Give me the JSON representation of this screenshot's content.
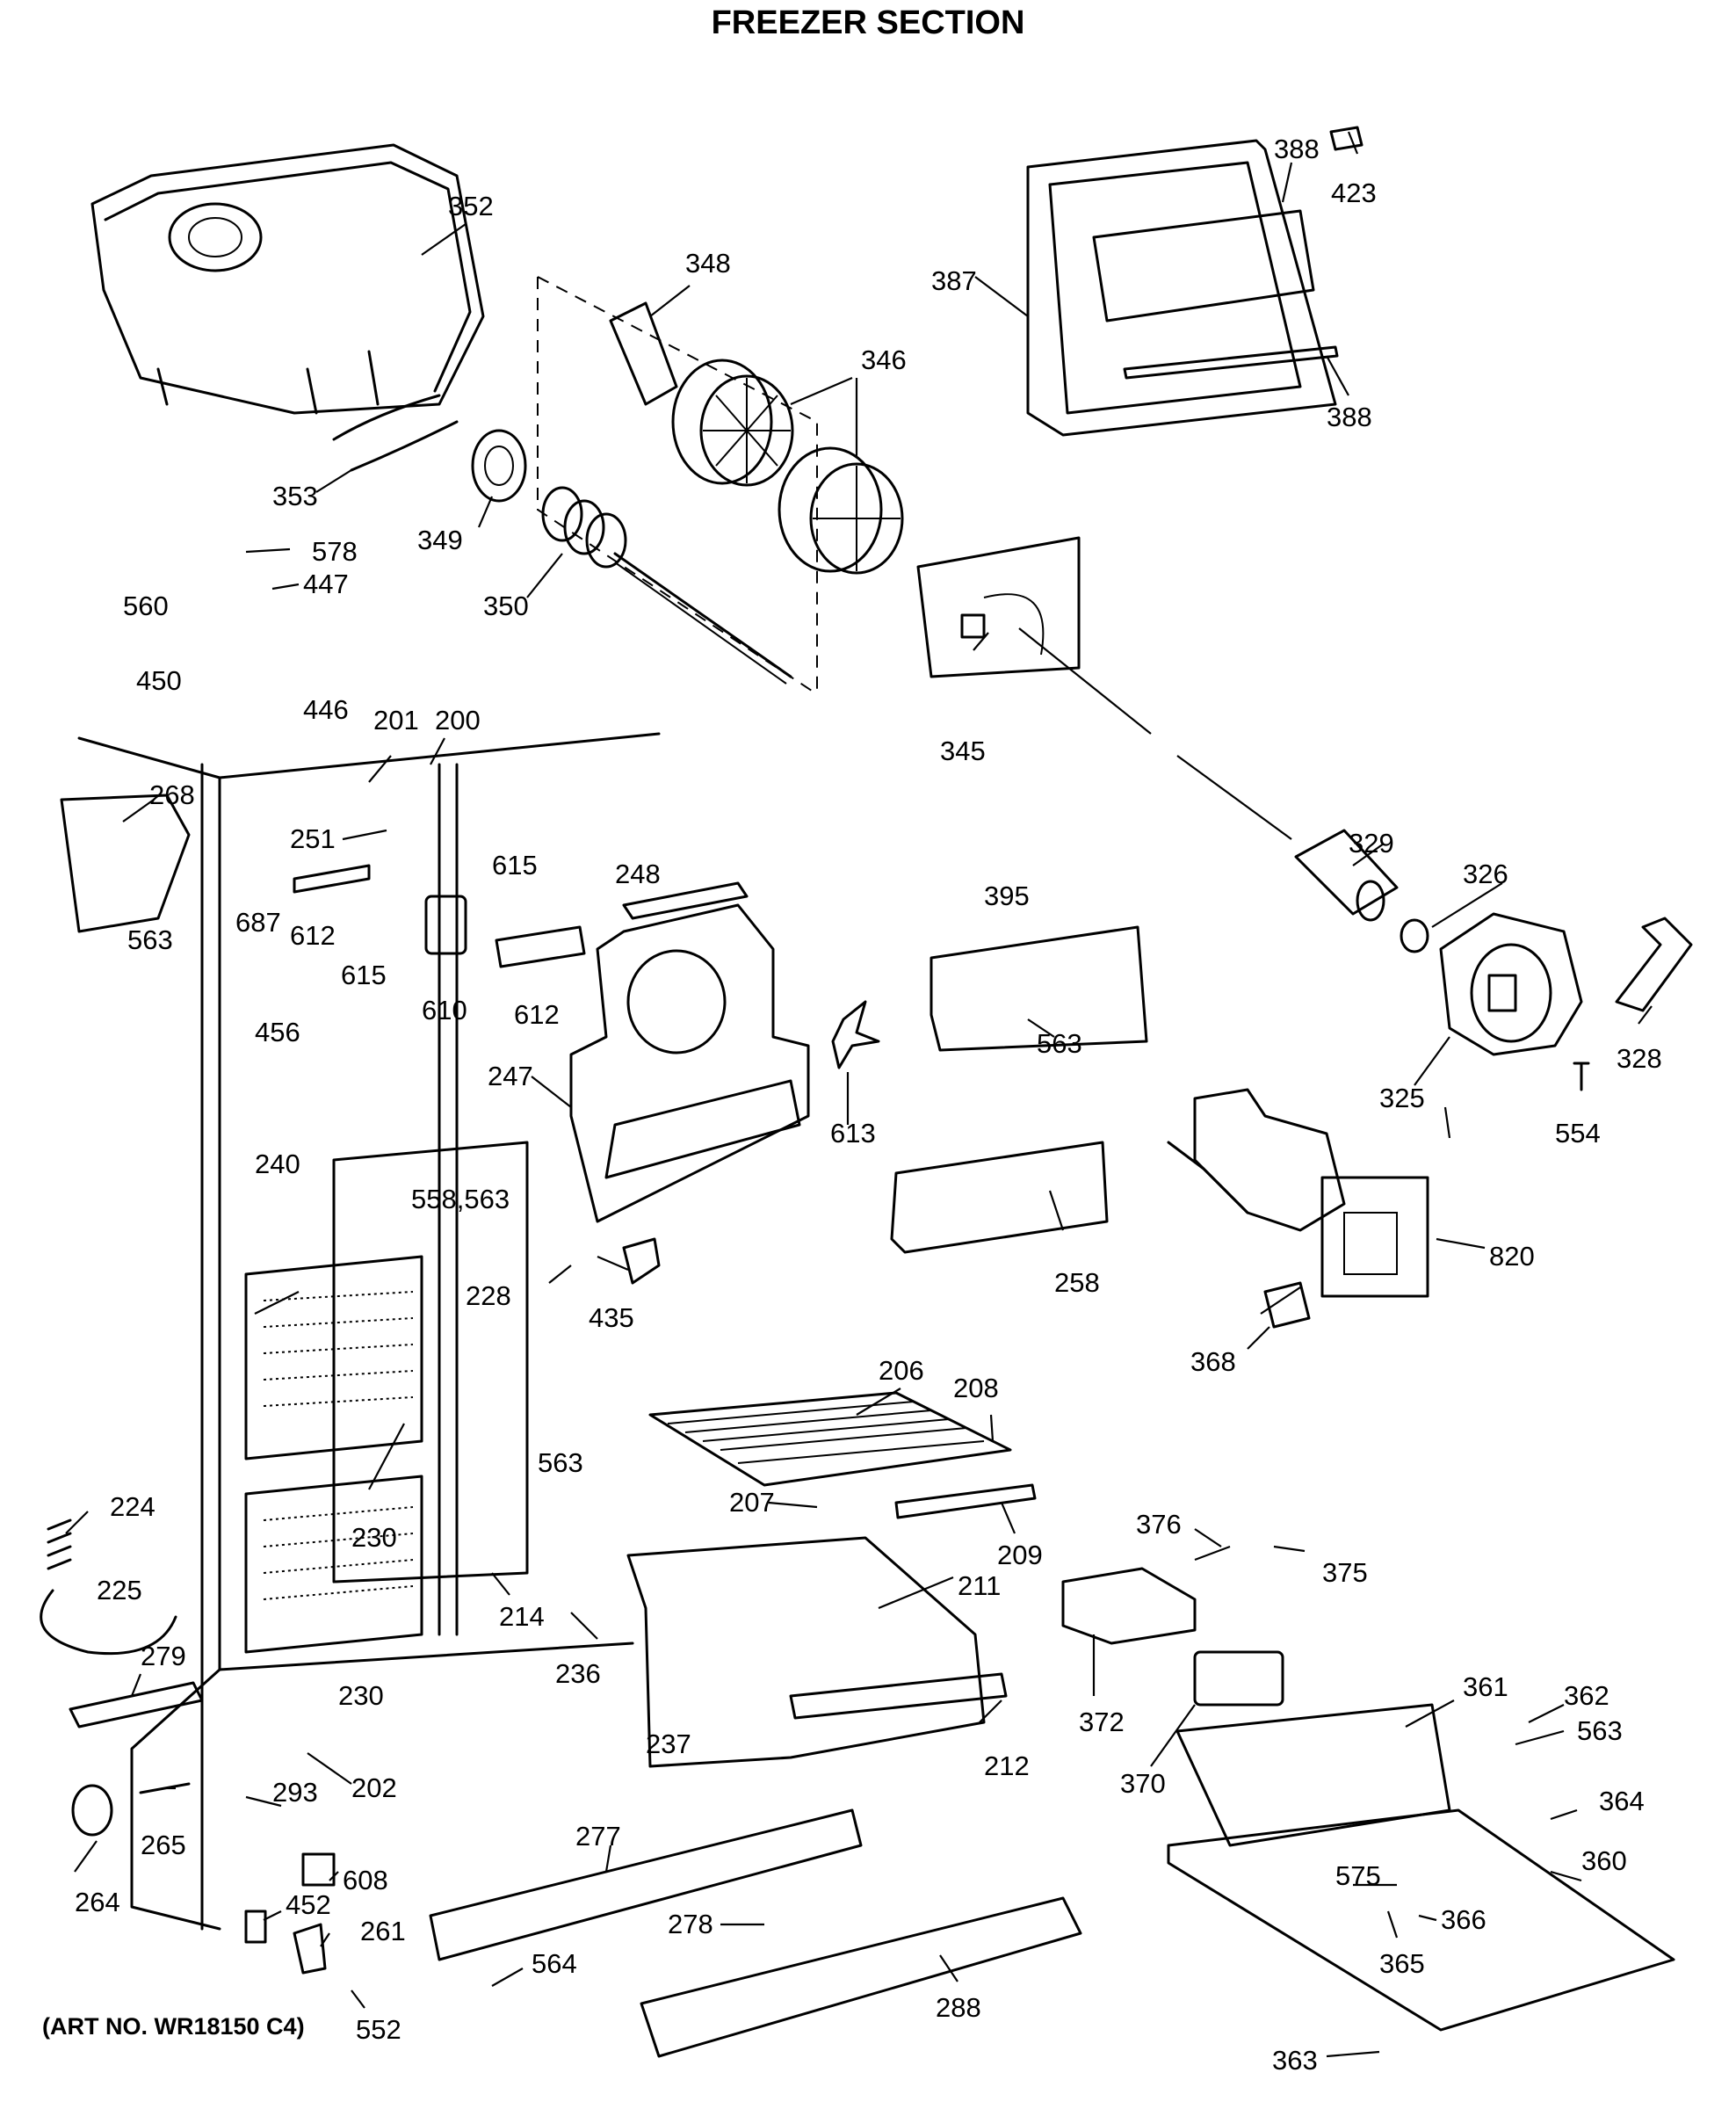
{
  "title": "FREEZER SECTION",
  "art_number": "(ART NO. WR18150 C4)",
  "callouts": {
    "c352": "352",
    "c348": "348",
    "c346": "346",
    "c387": "387",
    "c388a": "388",
    "c423": "423",
    "c388b": "388",
    "c353": "353",
    "c349": "349",
    "c350": "350",
    "c578": "578",
    "c447": "447",
    "c560": "560",
    "c450": "450",
    "c446": "446",
    "c345": "345",
    "c201": "201",
    "c200": "200",
    "c268": "268",
    "c251": "251",
    "c563a": "563",
    "c687": "687",
    "c612a": "612",
    "c615a": "615",
    "c615b": "615",
    "c610": "610",
    "c612b": "612",
    "c248": "248",
    "c395": "395",
    "c329": "329",
    "c326": "326",
    "c328": "328",
    "c325": "325",
    "c554": "554",
    "c563b": "563",
    "c456": "456",
    "c247": "247",
    "c613": "613",
    "c240": "240",
    "c558": "558,563",
    "c228": "228",
    "c435": "435",
    "c258": "258",
    "c820": "820",
    "c368": "368",
    "c206": "206",
    "c208": "208",
    "c563c": "563",
    "c207": "207",
    "c209": "209",
    "c376": "376",
    "c375": "375",
    "c224": "224",
    "c230a": "230",
    "c225": "225",
    "c214": "214",
    "c211": "211",
    "c279": "279",
    "c230b": "230",
    "c236": "236",
    "c372": "372",
    "c361": "361",
    "c362": "362",
    "c563d": "563",
    "c237": "237",
    "c212": "212",
    "c370": "370",
    "c202": "202",
    "c265": "265",
    "c293": "293",
    "c364": "364",
    "c277": "277",
    "c360": "360",
    "c264": "264",
    "c608": "608",
    "c575": "575",
    "c366": "366",
    "c452": "452",
    "c261": "261",
    "c278": "278",
    "c365": "365",
    "c564": "564",
    "c288": "288",
    "c552": "552",
    "c363": "363"
  }
}
